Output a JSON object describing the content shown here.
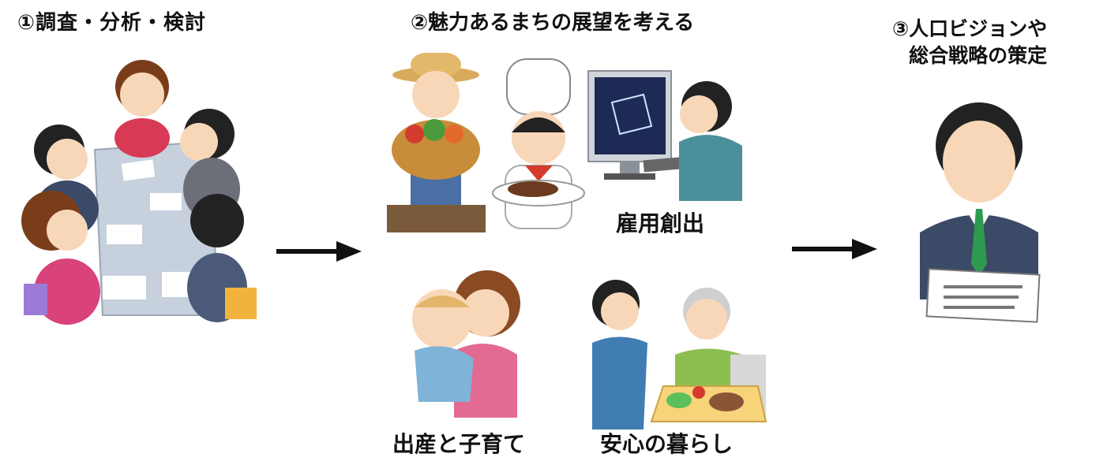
{
  "steps": {
    "step1": "①調査・分析・検討",
    "step2": "②魅力あるまちの展望を考える",
    "step3_line1": "③人口ビジョンや",
    "step3_line2": "総合戦略の策定"
  },
  "captions": {
    "employment": "雇用創出",
    "childbirth": "出産と子育て",
    "living": "安心の暮らし"
  },
  "icons": [
    "meeting-people-icon",
    "farmer-icon",
    "chef-icon",
    "computer-worker-icon",
    "mother-baby-icon",
    "caregiver-elder-icon",
    "official-document-icon",
    "arrow-right-icon"
  ],
  "colors": {
    "text": "#111111",
    "skin": "#f8d7b8",
    "hair": "#222222",
    "suit": "#3b4a66",
    "tie": "#2e9a4f",
    "table": "#c7d1dd",
    "arrow": "#111111"
  }
}
